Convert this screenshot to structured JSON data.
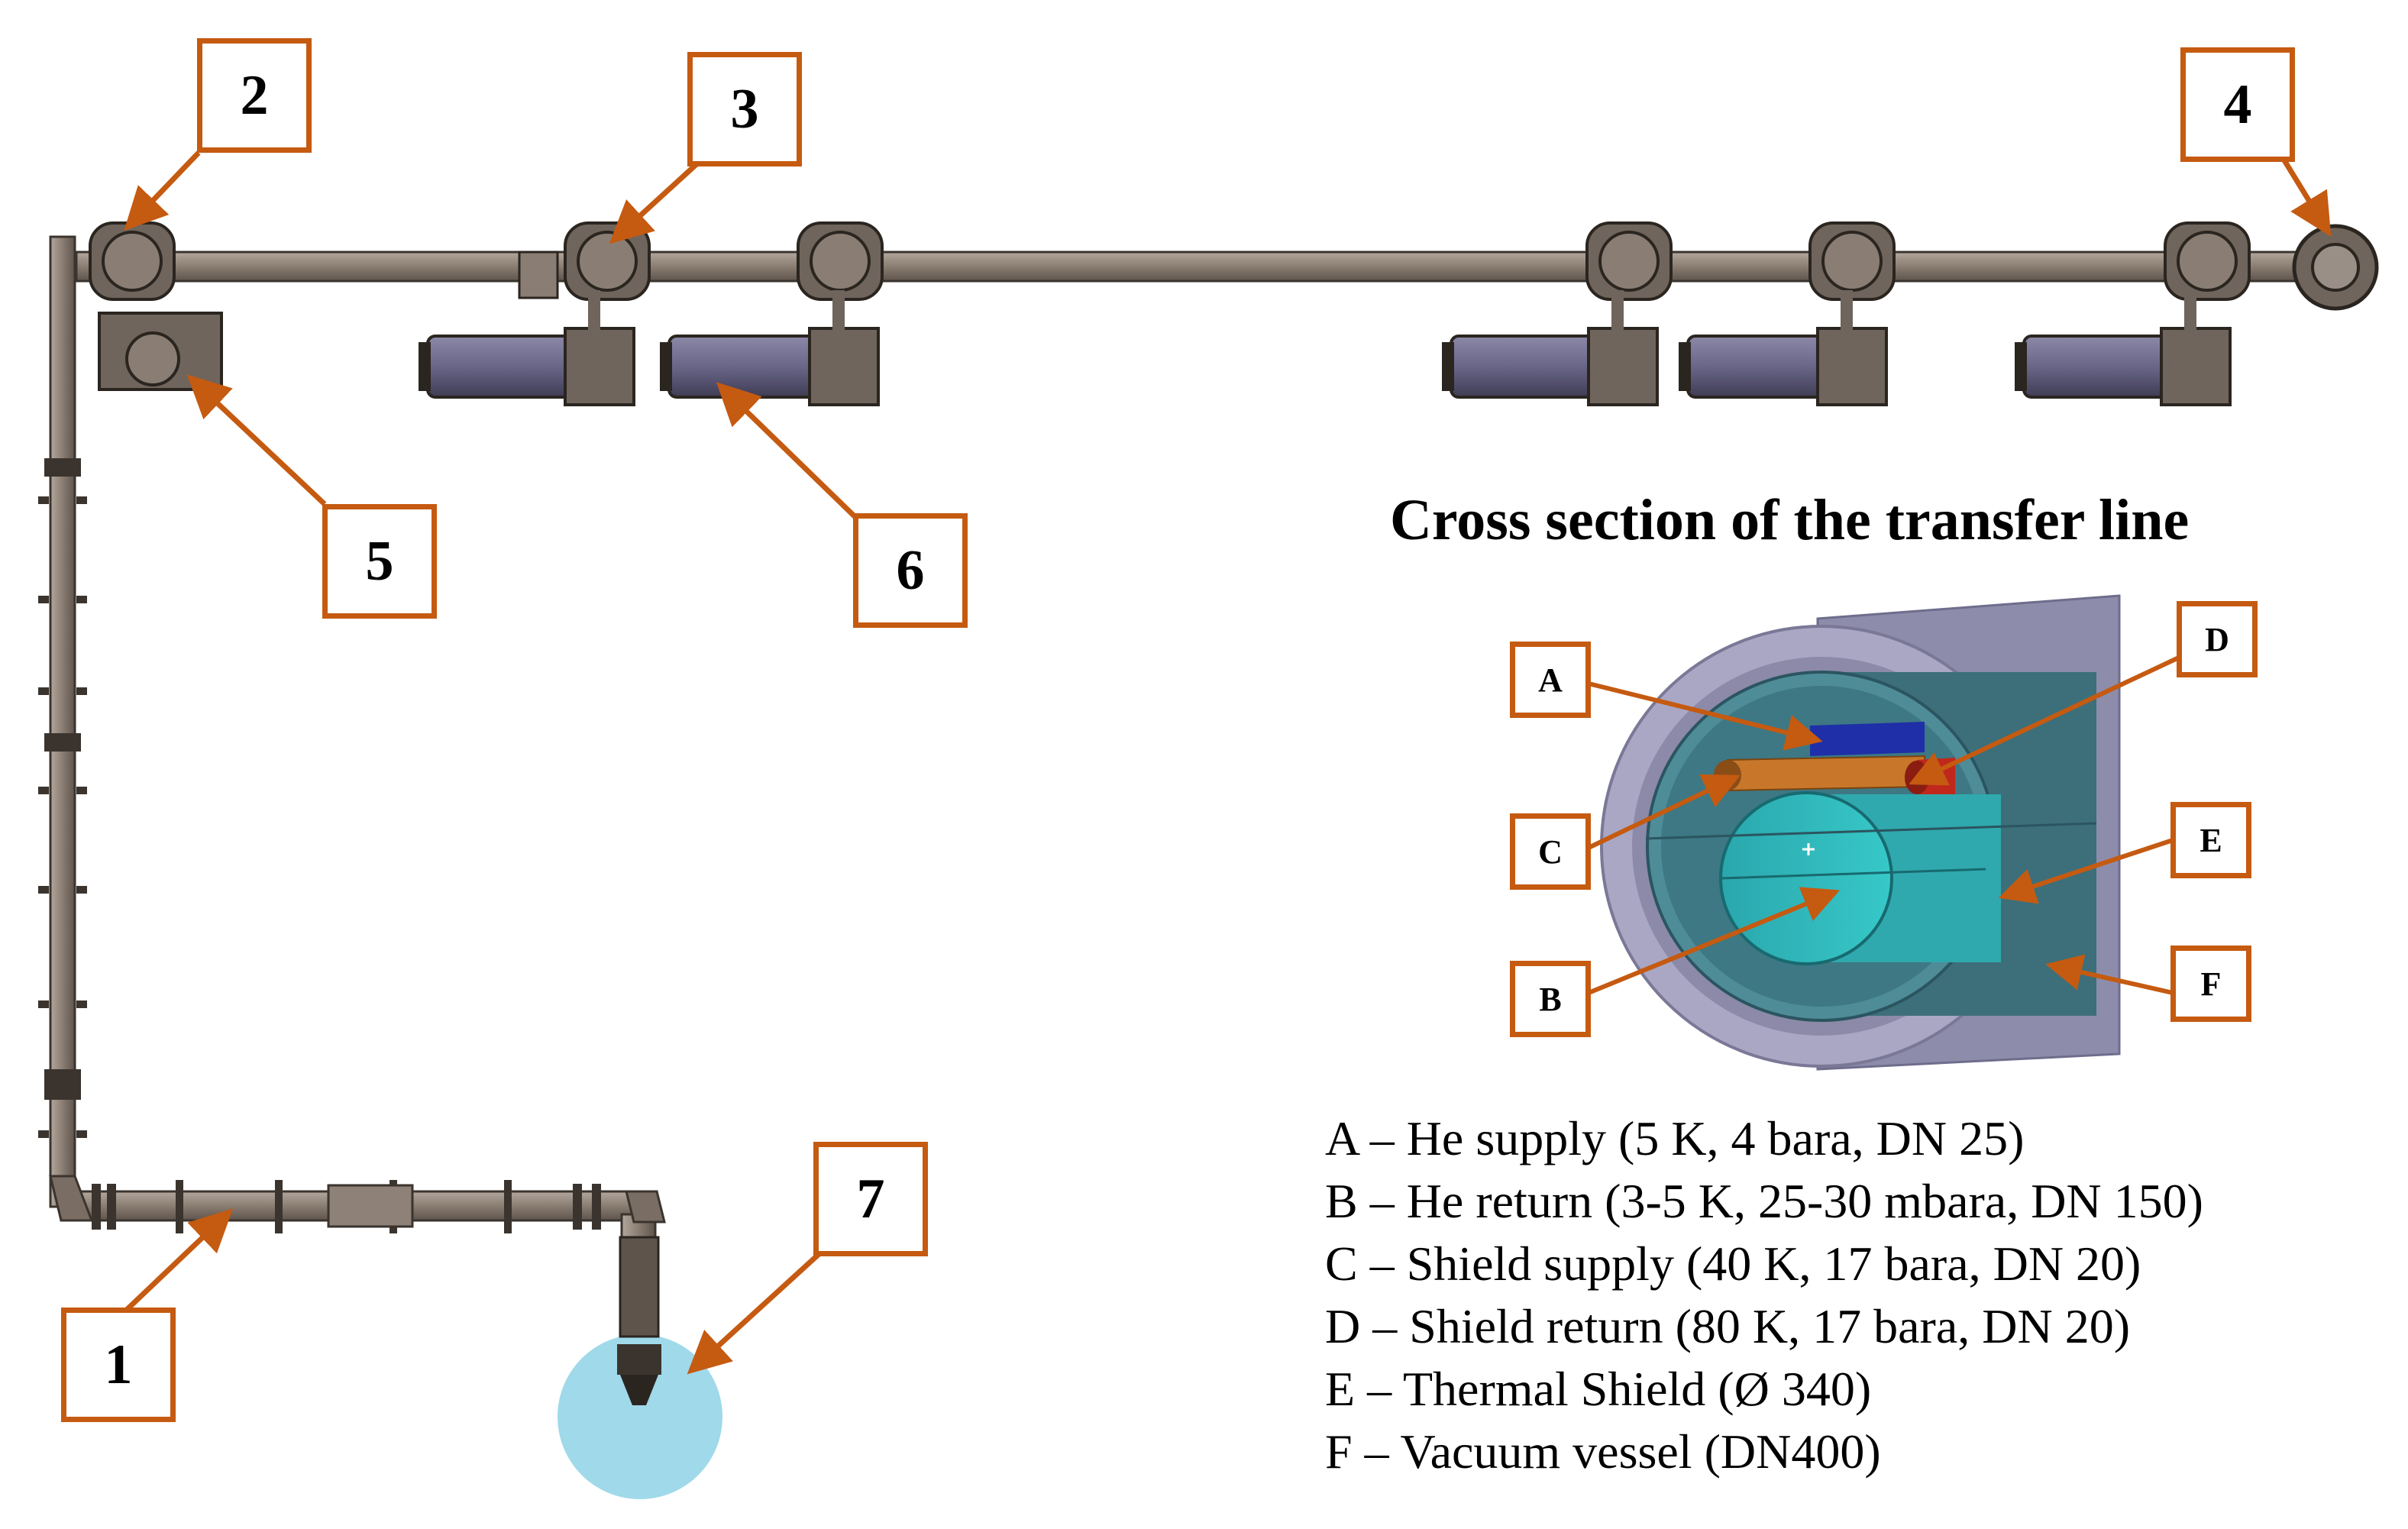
{
  "callouts": {
    "c1": "1",
    "c2": "2",
    "c3": "3",
    "c4": "4",
    "c5": "5",
    "c6": "6",
    "c7": "7"
  },
  "cross_section": {
    "title": "Cross section of the transfer line",
    "labels": {
      "a": "A",
      "b": "B",
      "c": "C",
      "d": "D",
      "e": "E",
      "f": "F"
    }
  },
  "legend": [
    "A – He supply (5 K, 4 bara, DN 25)",
    "B – He return (3-5 K, 25-30 mbara, DN 150)",
    "C – Shield supply (40 K, 17 bara, DN 20)",
    "D – Shield return (80 K, 17 bara, DN 20)",
    "E – Thermal Shield (Ø 340)",
    "F – Vacuum vessel (DN400)"
  ],
  "colors": {
    "callout_border": "#c55a11",
    "arrow": "#c55a11",
    "pipe": "#8c7f75",
    "cryostat": "#6e6a8c",
    "target_circle": "#9fd9ea",
    "vacuum_vessel": "#9a98b4",
    "thermal_shield": "#4aa6ad",
    "he_return": "#2fbcbc",
    "he_supply": "#1f2fa8",
    "shield_supply": "#c8772a",
    "shield_return": "#c0281c"
  }
}
